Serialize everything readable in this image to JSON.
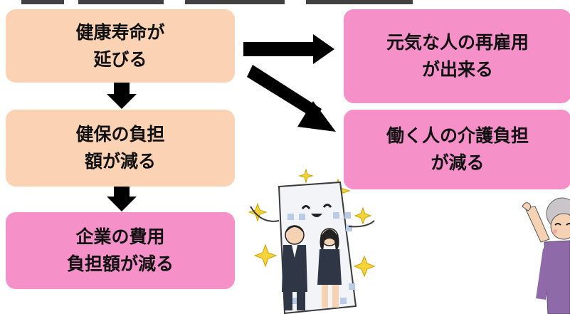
{
  "nodes": {
    "n1": [
      "健康寿命が",
      "延びる"
    ],
    "n2": [
      "健保の負担",
      "額が減る"
    ],
    "n3": [
      "企業の費用",
      "負担額が減る"
    ],
    "n4": [
      "元気な人の再雇用",
      "が出来る"
    ],
    "n5": [
      "働く人の介護負担",
      "が減る"
    ]
  },
  "colors": {
    "peach": "#fbd2b4",
    "pink": "#f690c9",
    "arrow": "#000000"
  },
  "icons": {
    "mascot": "building-mascot-with-office-workers-icon",
    "elder": "elderly-woman-waving-icon",
    "sparkle": "sparkle-star-icon"
  }
}
